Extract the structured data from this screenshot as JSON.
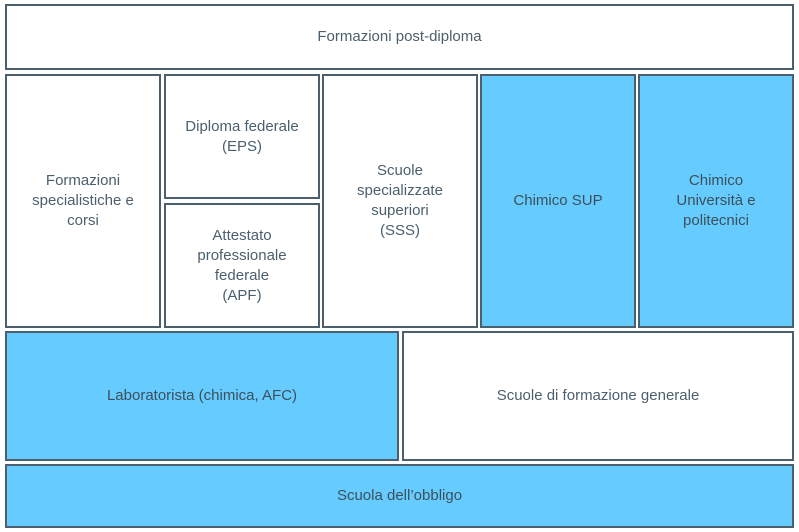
{
  "diagram": {
    "top": {
      "label": "Formazioni post-diploma"
    },
    "middle": {
      "specialist": {
        "label": "Formazioni\nspecialistiche e\ncorsi"
      },
      "eps": {
        "label": "Diploma federale\n(EPS)"
      },
      "apf": {
        "label": "Attestato\nprofessionale\nfederale\n(APF)"
      },
      "sss": {
        "label": "Scuole\nspecializzate\nsuperiori\n(SSS)"
      },
      "sup": {
        "label": "Chimico SUP"
      },
      "uni": {
        "label": "Chimico\nUniversità e\npolitecnici"
      }
    },
    "lower": {
      "lab": {
        "label": "Laboratorista (chimica, AFC)"
      },
      "general": {
        "label": "Scuole di formazione generale"
      }
    },
    "bottom": {
      "label": "Scuola dell’obbligo"
    }
  },
  "colors": {
    "highlight": "#66ccff",
    "border": "#4b5f6c",
    "text": "#4b5f6c"
  }
}
